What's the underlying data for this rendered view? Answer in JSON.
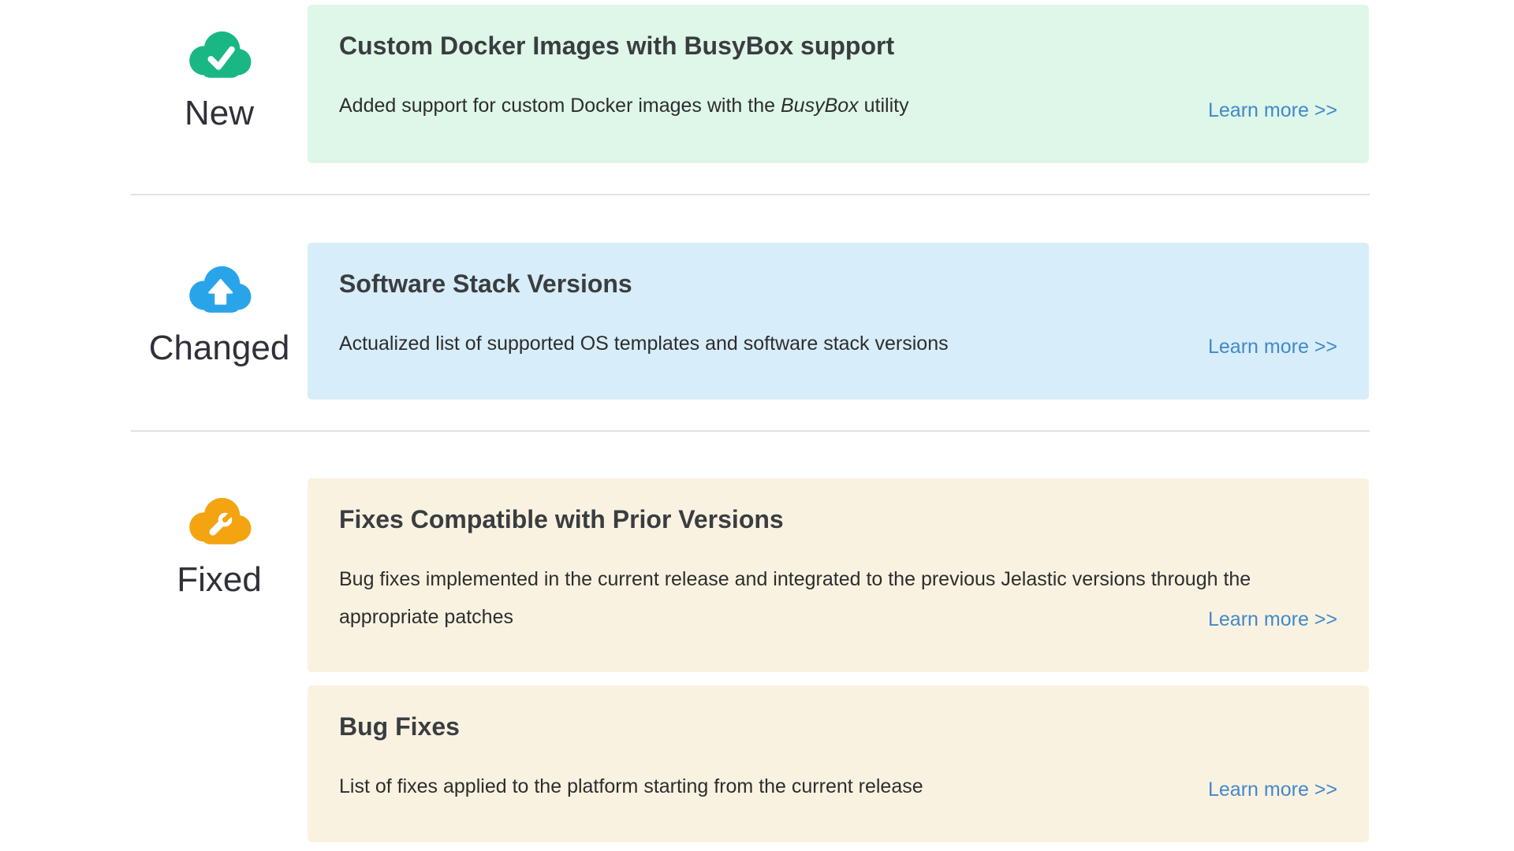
{
  "colors": {
    "link": "#4189ca",
    "divider": "#e1e1e1",
    "card_new_bg": "#def7e9",
    "card_changed_bg": "#d7edf9",
    "card_fixed_bg": "#faf2e1",
    "icon_new": "#1ab784",
    "icon_changed": "#29a4e9",
    "icon_fixed": "#f3a410"
  },
  "sections": {
    "new": {
      "label": "New",
      "icon": "cloud-check-icon",
      "card": {
        "title": "Custom Docker Images with BusyBox support",
        "desc_prefix": "Added support for custom Docker images with the ",
        "desc_italic": "BusyBox",
        "desc_suffix": " utility",
        "learn_more": "Learn more >>"
      }
    },
    "changed": {
      "label": "Changed",
      "icon": "cloud-arrow-up-icon",
      "card": {
        "title": "Software Stack Versions",
        "desc": "Actualized list of supported OS templates and software stack versions",
        "learn_more": "Learn more >>"
      }
    },
    "fixed": {
      "label": "Fixed",
      "icon": "cloud-wrench-icon",
      "cards": [
        {
          "title": "Fixes Compatible with Prior Versions",
          "desc": "Bug fixes implemented in the current release and integrated to the previous Jelastic versions through the appropriate patches",
          "learn_more": "Learn more >>"
        },
        {
          "title": "Bug Fixes",
          "desc": "List of fixes applied to the platform starting from the current release",
          "learn_more": "Learn more >>"
        }
      ]
    }
  }
}
